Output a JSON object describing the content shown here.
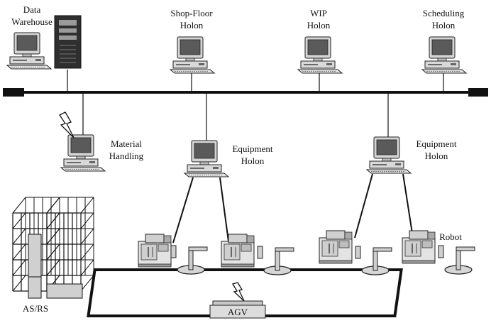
{
  "labels": {
    "data_warehouse_1": "Data",
    "data_warehouse_2": "Warehouse",
    "shop_floor_1": "Shop-Floor",
    "shop_floor_2": "Holon",
    "wip_1": "WIP",
    "wip_2": "Holon",
    "scheduling_1": "Scheduling",
    "scheduling_2": "Holon",
    "material_1": "Material",
    "material_2": "Handling",
    "equipment_left_1": "Equipment",
    "equipment_left_2": "Holon",
    "equipment_right_1": "Equipment",
    "equipment_right_2": "Holon",
    "robot": "Robot",
    "asrs": "AS/RS",
    "agv": "AGV"
  },
  "icons": {
    "computer": "desktop-computer-icon",
    "server": "tower-server-icon",
    "wireless": "lightning-icon",
    "machine": "machine-tool-icon",
    "robot": "robot-arm-icon",
    "storage": "asrs-rack-icon",
    "vehicle": "agv-icon"
  },
  "colors": {
    "line": "#111111",
    "device": "#d9d9d9",
    "screen": "#555555"
  }
}
